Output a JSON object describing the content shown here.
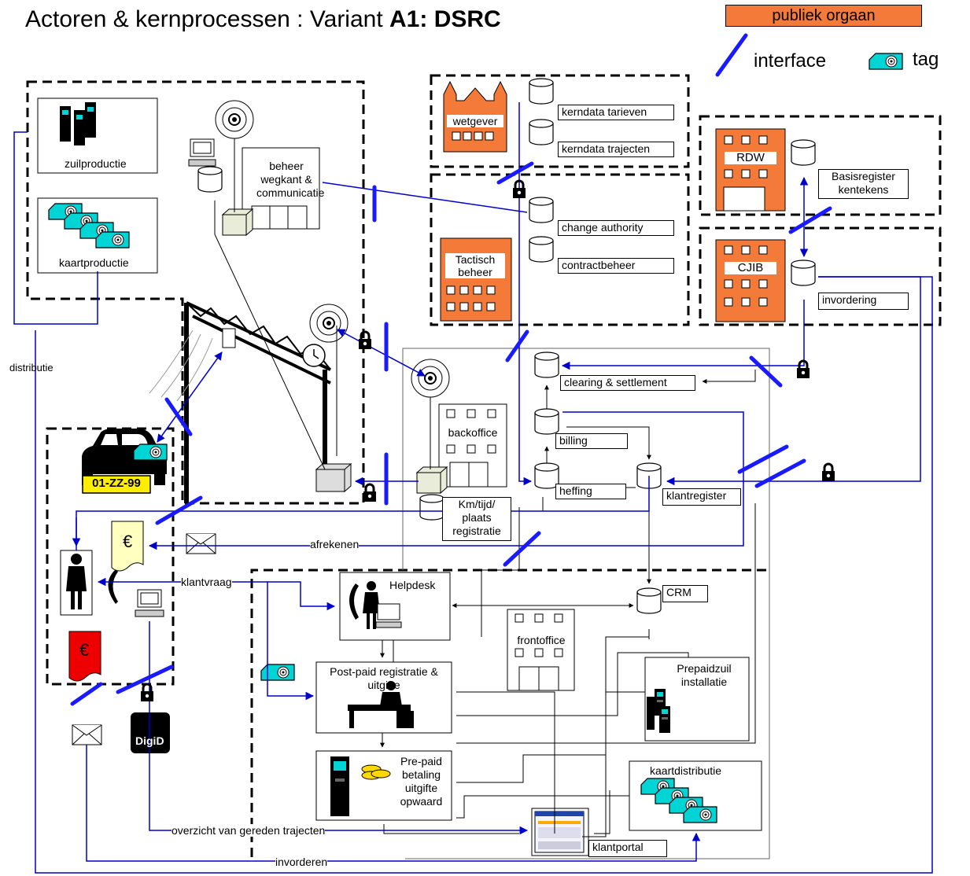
{
  "title": {
    "prefix": "Actoren & kernprocessen : Variant ",
    "variant": "A1: DSRC"
  },
  "legend": {
    "public_body": "publiek orgaan",
    "interface": "interface",
    "tag": "tag"
  },
  "actors": {
    "lawmaker": "wetgever",
    "tactical": "Tactisch beheer",
    "rdw": "RDW",
    "cjib": "CJIB",
    "backoffice": "backoffice",
    "frontoffice": "frontoffice"
  },
  "datastores": {
    "core_rates": "kerndata tarieven",
    "core_routes": "kerndata trajecten",
    "change_authority": "change authority",
    "contract_mgmt": "contractbeheer",
    "plate_register": "Basisregister kentekens",
    "collection": "invordering",
    "clearing": "clearing & settlement",
    "billing": "billing",
    "levy": "heffing",
    "customer_register": "klantregister",
    "registration": "Km/tijd/ plaats registratie",
    "crm": "CRM"
  },
  "production": {
    "pillar": "zuilproductie",
    "card": "kaartproductie",
    "roadside": "beheer wegkant & communicatie"
  },
  "vehicle": {
    "plate": "01-ZZ-99"
  },
  "channels": {
    "helpdesk": "Helpdesk",
    "postpaid": "Post-paid registratie & uitgifte",
    "prepaid": "Pre-paid betaling uitgifte opwaard",
    "pillar_install": "Prepaidzuil installatie",
    "card_distribution": "kaartdistributie",
    "portal": "klantportal",
    "digid": "DigiD"
  },
  "flows": {
    "distribution": "distributie",
    "settle": "afrekenen",
    "customer_question": "klantvraag",
    "trip_overview": "overzicht van gereden trajecten",
    "collect": "invorderen"
  },
  "symbols": {
    "euro": "€"
  },
  "colors": {
    "public_body": "#f47a3a",
    "interface": "#1a1aff",
    "tag": "#00d4d4",
    "flow": "#0000cc"
  }
}
